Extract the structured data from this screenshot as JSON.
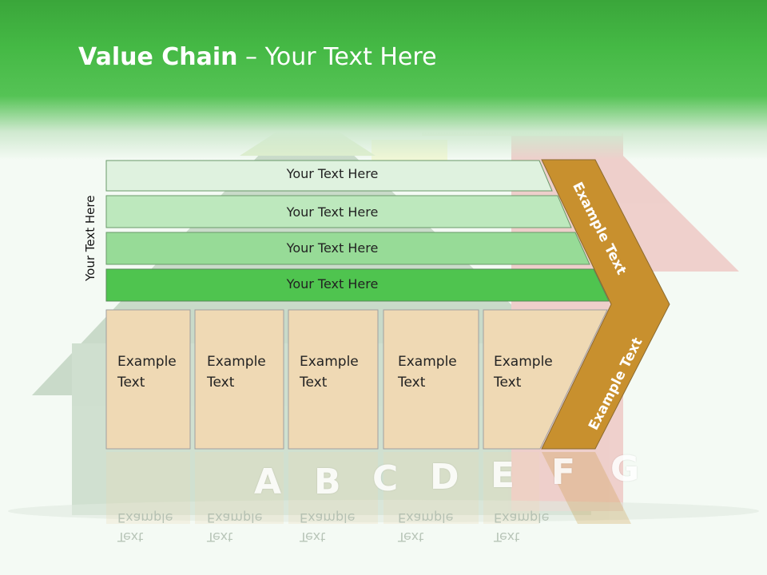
{
  "title": {
    "bold": "Value Chain",
    "rest": " – Your Text Here"
  },
  "side_label": "Your Text Here",
  "bars": [
    {
      "label": "Your Text Here",
      "color": "#dff2df"
    },
    {
      "label": "Your Text Here",
      "color": "#bde8bd"
    },
    {
      "label": "Your Text Here",
      "color": "#97db97"
    },
    {
      "label": "Your Text Here",
      "color": "#4fc44f"
    }
  ],
  "cells": [
    {
      "line1": "Example",
      "line2": "Text"
    },
    {
      "line1": "Example",
      "line2": "Text"
    },
    {
      "line1": "Example",
      "line2": "Text"
    },
    {
      "line1": "Example",
      "line2": "Text"
    },
    {
      "line1": "Example",
      "line2": "Text"
    }
  ],
  "chevron": {
    "upper": "Example Text",
    "lower": "Example Text",
    "color": "#c8902e"
  },
  "cell_color": "#efd9b4",
  "letters": [
    "A",
    "B",
    "C",
    "D",
    "E",
    "F",
    "G"
  ]
}
